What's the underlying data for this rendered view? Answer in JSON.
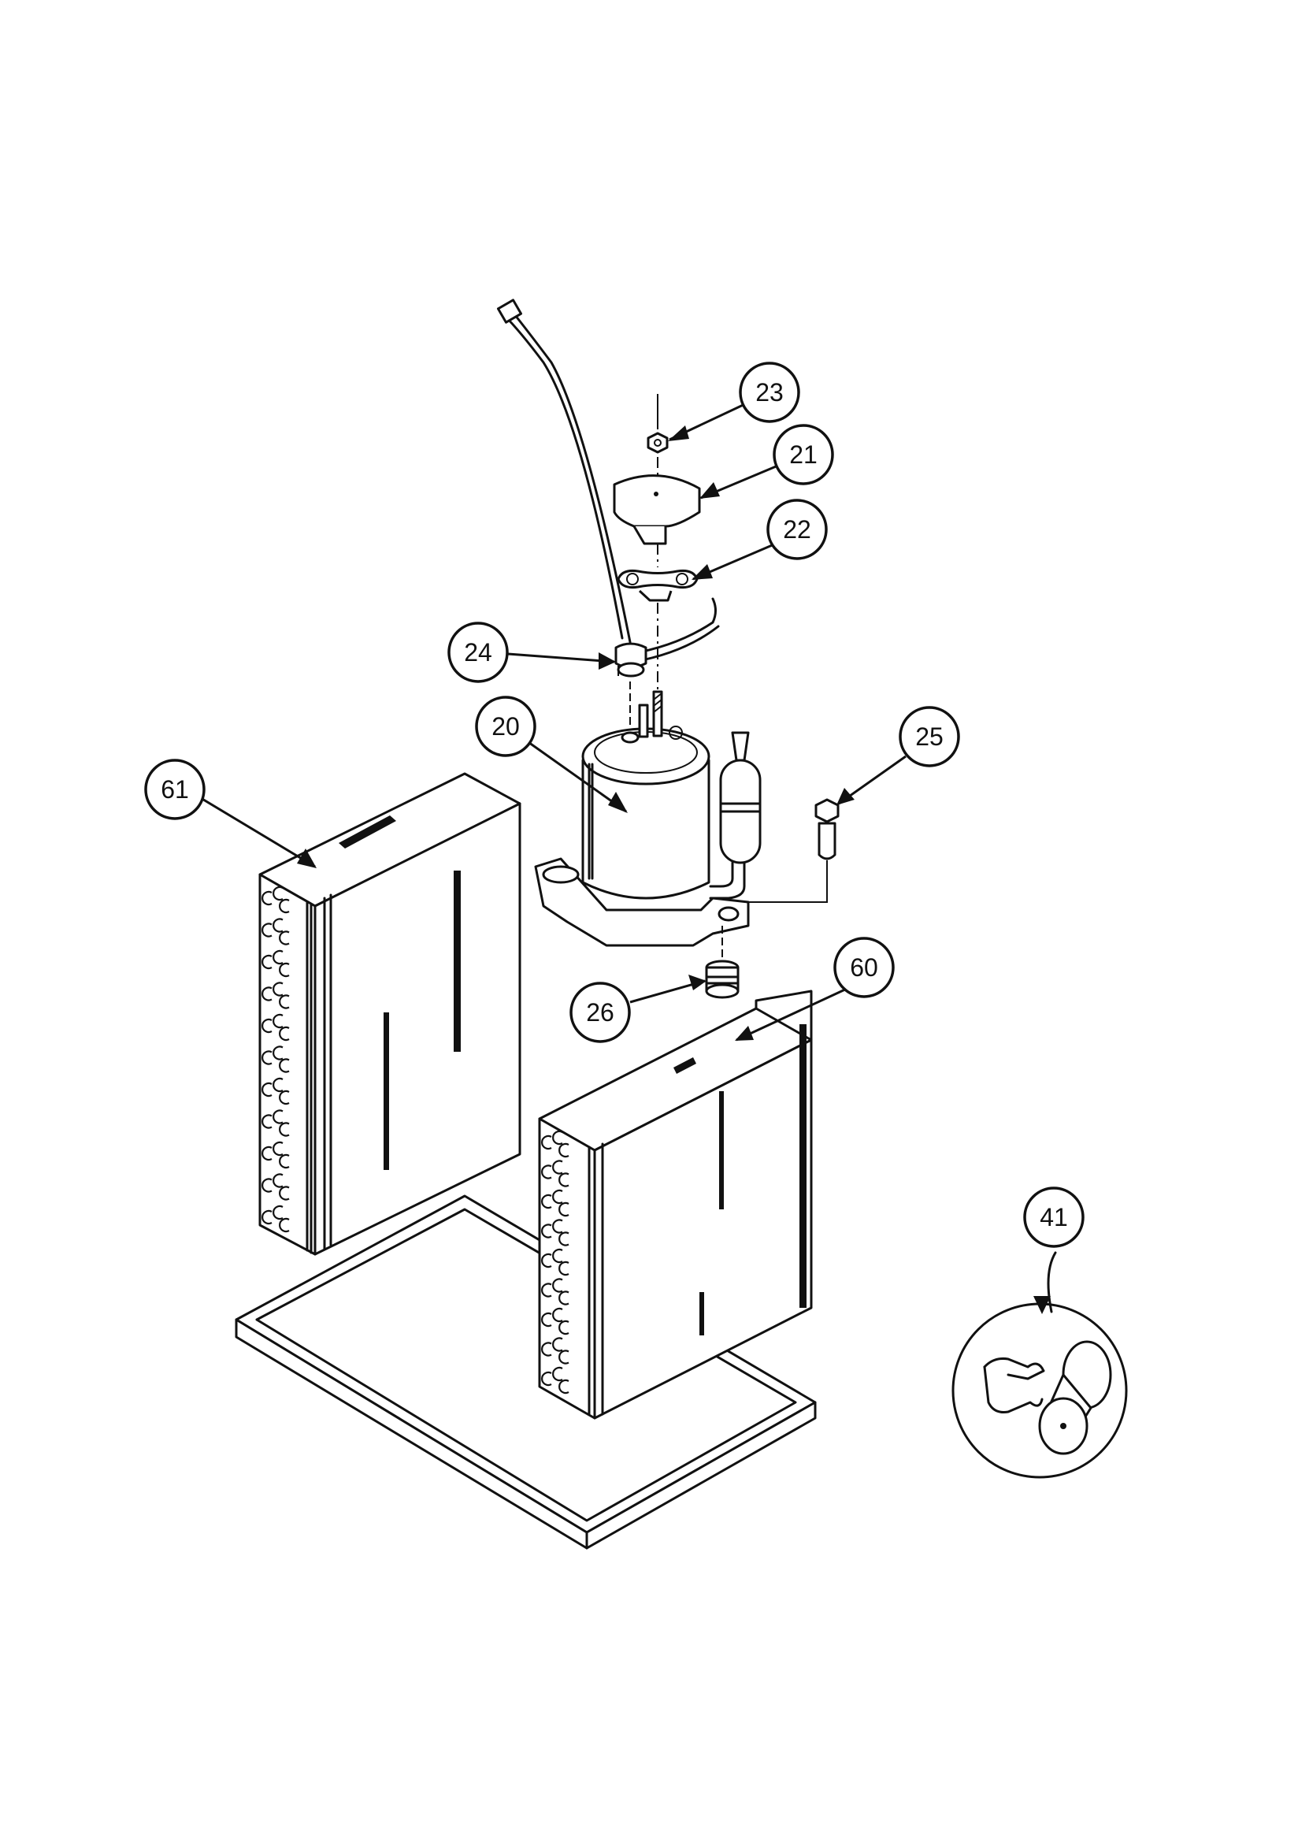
{
  "diagram": {
    "callouts": [
      {
        "id": "callout-23",
        "label": "23"
      },
      {
        "id": "callout-21",
        "label": "21"
      },
      {
        "id": "callout-22",
        "label": "22"
      },
      {
        "id": "callout-24",
        "label": "24"
      },
      {
        "id": "callout-20",
        "label": "20"
      },
      {
        "id": "callout-25",
        "label": "25"
      },
      {
        "id": "callout-61",
        "label": "61"
      },
      {
        "id": "callout-60",
        "label": "60"
      },
      {
        "id": "callout-26",
        "label": "26"
      },
      {
        "id": "callout-41",
        "label": "41"
      }
    ],
    "colors": {
      "ink": "#111111",
      "paper": "#ffffff"
    }
  }
}
